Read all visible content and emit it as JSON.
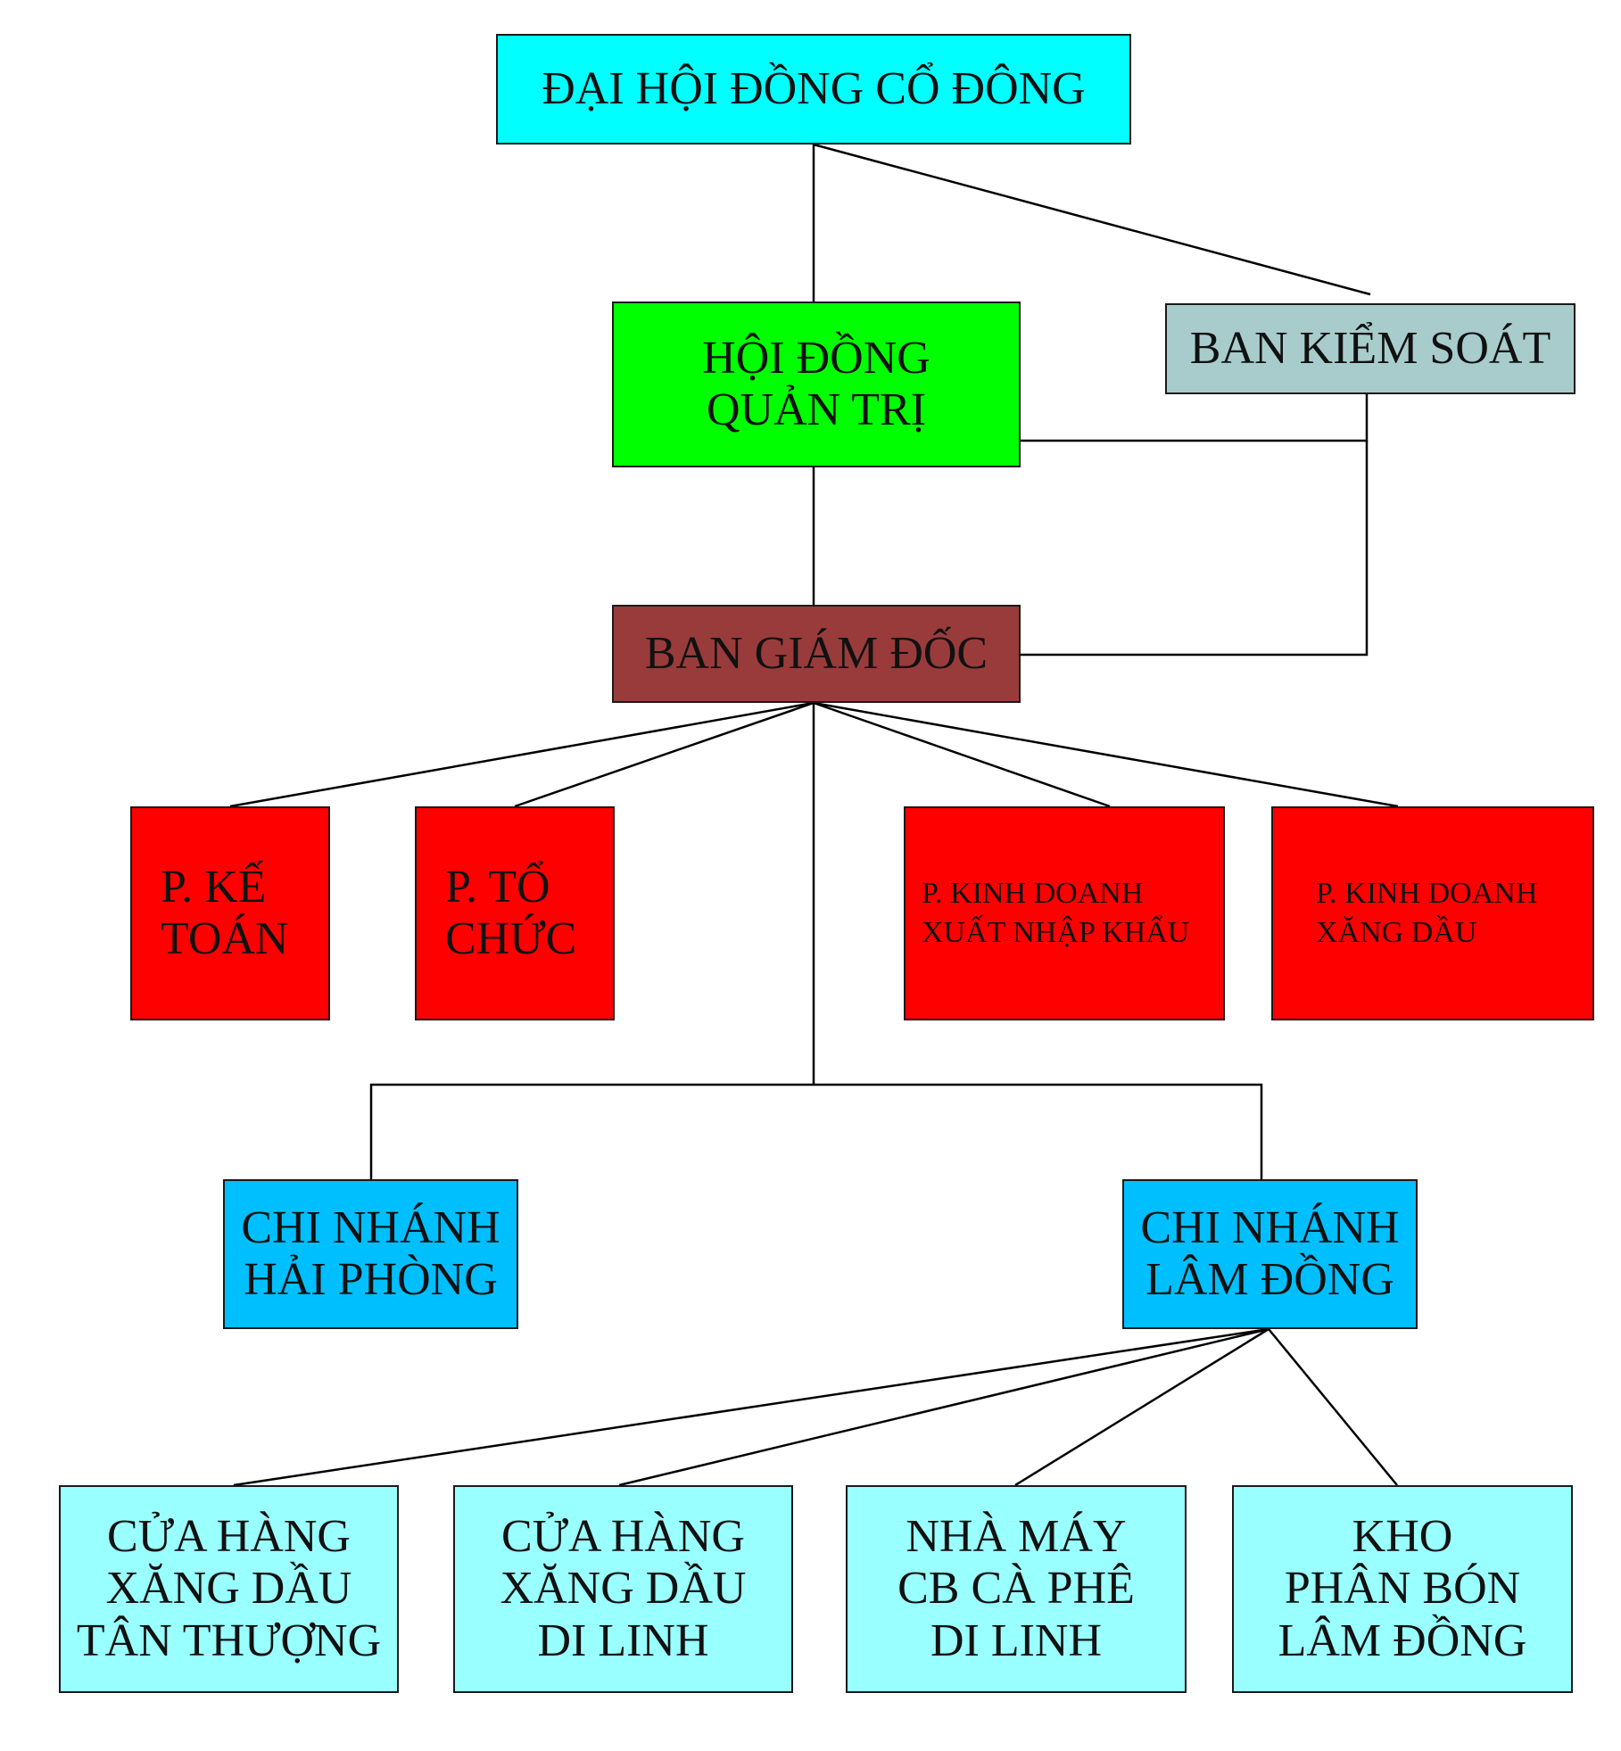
{
  "nodes": {
    "dai_hoi_dong_co_dong": {
      "lines": [
        "ĐẠI HỘI ĐỒNG CỔ ĐÔNG"
      ],
      "color": "#00ffff"
    },
    "hoi_dong_quan_tri": {
      "lines": [
        "HỘI ĐỒNG",
        "QUẢN TRỊ"
      ],
      "color": "#00ff00"
    },
    "ban_kiem_soat": {
      "lines": [
        "BAN KIỂM SOÁT"
      ],
      "color": "#a7cccb"
    },
    "ban_giam_doc": {
      "lines": [
        "BAN GIÁM ĐỐC"
      ],
      "color": "#993b3b"
    },
    "p_ke_toan": {
      "lines": [
        "P. KẾ",
        "TOÁN"
      ],
      "color": "#ff0000"
    },
    "p_to_chuc": {
      "lines": [
        "P. TỔ",
        "CHỨC"
      ],
      "color": "#ff0000"
    },
    "p_kd_xnk": {
      "lines": [
        "P. KINH DOANH",
        "XUẤT NHẬP KHẨU"
      ],
      "color": "#ff0000"
    },
    "p_kd_xd": {
      "lines": [
        "P. KINH DOANH",
        "XĂNG DẦU"
      ],
      "color": "#ff0000"
    },
    "cn_hai_phong": {
      "lines": [
        "CHI NHÁNH",
        "HẢI PHÒNG"
      ],
      "color": "#00bfff"
    },
    "cn_lam_dong": {
      "lines": [
        "CHI NHÁNH",
        "LÂM ĐỒNG"
      ],
      "color": "#00bfff"
    },
    "ch_tan_thuong": {
      "lines": [
        "CỬA HÀNG",
        "XĂNG DẦU",
        "TÂN THƯỢNG"
      ],
      "color": "#99ffff"
    },
    "ch_di_linh": {
      "lines": [
        "CỬA HÀNG",
        "XĂNG DẦU",
        "DI LINH"
      ],
      "color": "#99ffff"
    },
    "nm_cb_ca_phe": {
      "lines": [
        "NHÀ MÁY",
        "CB CÀ PHÊ",
        "DI LINH"
      ],
      "color": "#99ffff"
    },
    "kho_phan_bon": {
      "lines": [
        "KHO",
        "PHÂN BÓN",
        "LÂM ĐỒNG"
      ],
      "color": "#99ffff"
    }
  },
  "edges": [
    [
      "dai_hoi_dong_co_dong",
      "hoi_dong_quan_tri"
    ],
    [
      "dai_hoi_dong_co_dong",
      "ban_kiem_soat"
    ],
    [
      "ban_kiem_soat",
      "hoi_dong_quan_tri"
    ],
    [
      "ban_kiem_soat",
      "ban_giam_doc"
    ],
    [
      "hoi_dong_quan_tri",
      "ban_giam_doc"
    ],
    [
      "ban_giam_doc",
      "p_ke_toan"
    ],
    [
      "ban_giam_doc",
      "p_to_chuc"
    ],
    [
      "ban_giam_doc",
      "p_kd_xnk"
    ],
    [
      "ban_giam_doc",
      "p_kd_xd"
    ],
    [
      "ban_giam_doc",
      "cn_hai_phong"
    ],
    [
      "ban_giam_doc",
      "cn_lam_dong"
    ],
    [
      "cn_lam_dong",
      "ch_tan_thuong"
    ],
    [
      "cn_lam_dong",
      "ch_di_linh"
    ],
    [
      "cn_lam_dong",
      "nm_cb_ca_phe"
    ],
    [
      "cn_lam_dong",
      "kho_phan_bon"
    ]
  ]
}
